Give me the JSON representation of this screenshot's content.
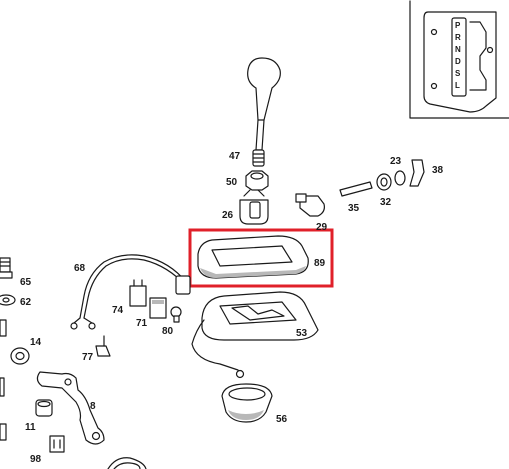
{
  "parts": {
    "p47": "47",
    "p50": "50",
    "p26": "26",
    "p29": "29",
    "p35": "35",
    "p32": "32",
    "p23": "23",
    "p38": "38",
    "p89": "89",
    "p68": "68",
    "p65": "65",
    "p62": "62",
    "p74": "74",
    "p71": "71",
    "p80": "80",
    "p53": "53",
    "p14": "14",
    "p77": "77",
    "p8": "8",
    "p11": "11",
    "p98": "98",
    "p56": "56"
  },
  "gate_letters": [
    "P",
    "R",
    "N",
    "D",
    "S",
    "L"
  ],
  "highlight": {
    "color": "#e0202a",
    "part": "89"
  }
}
